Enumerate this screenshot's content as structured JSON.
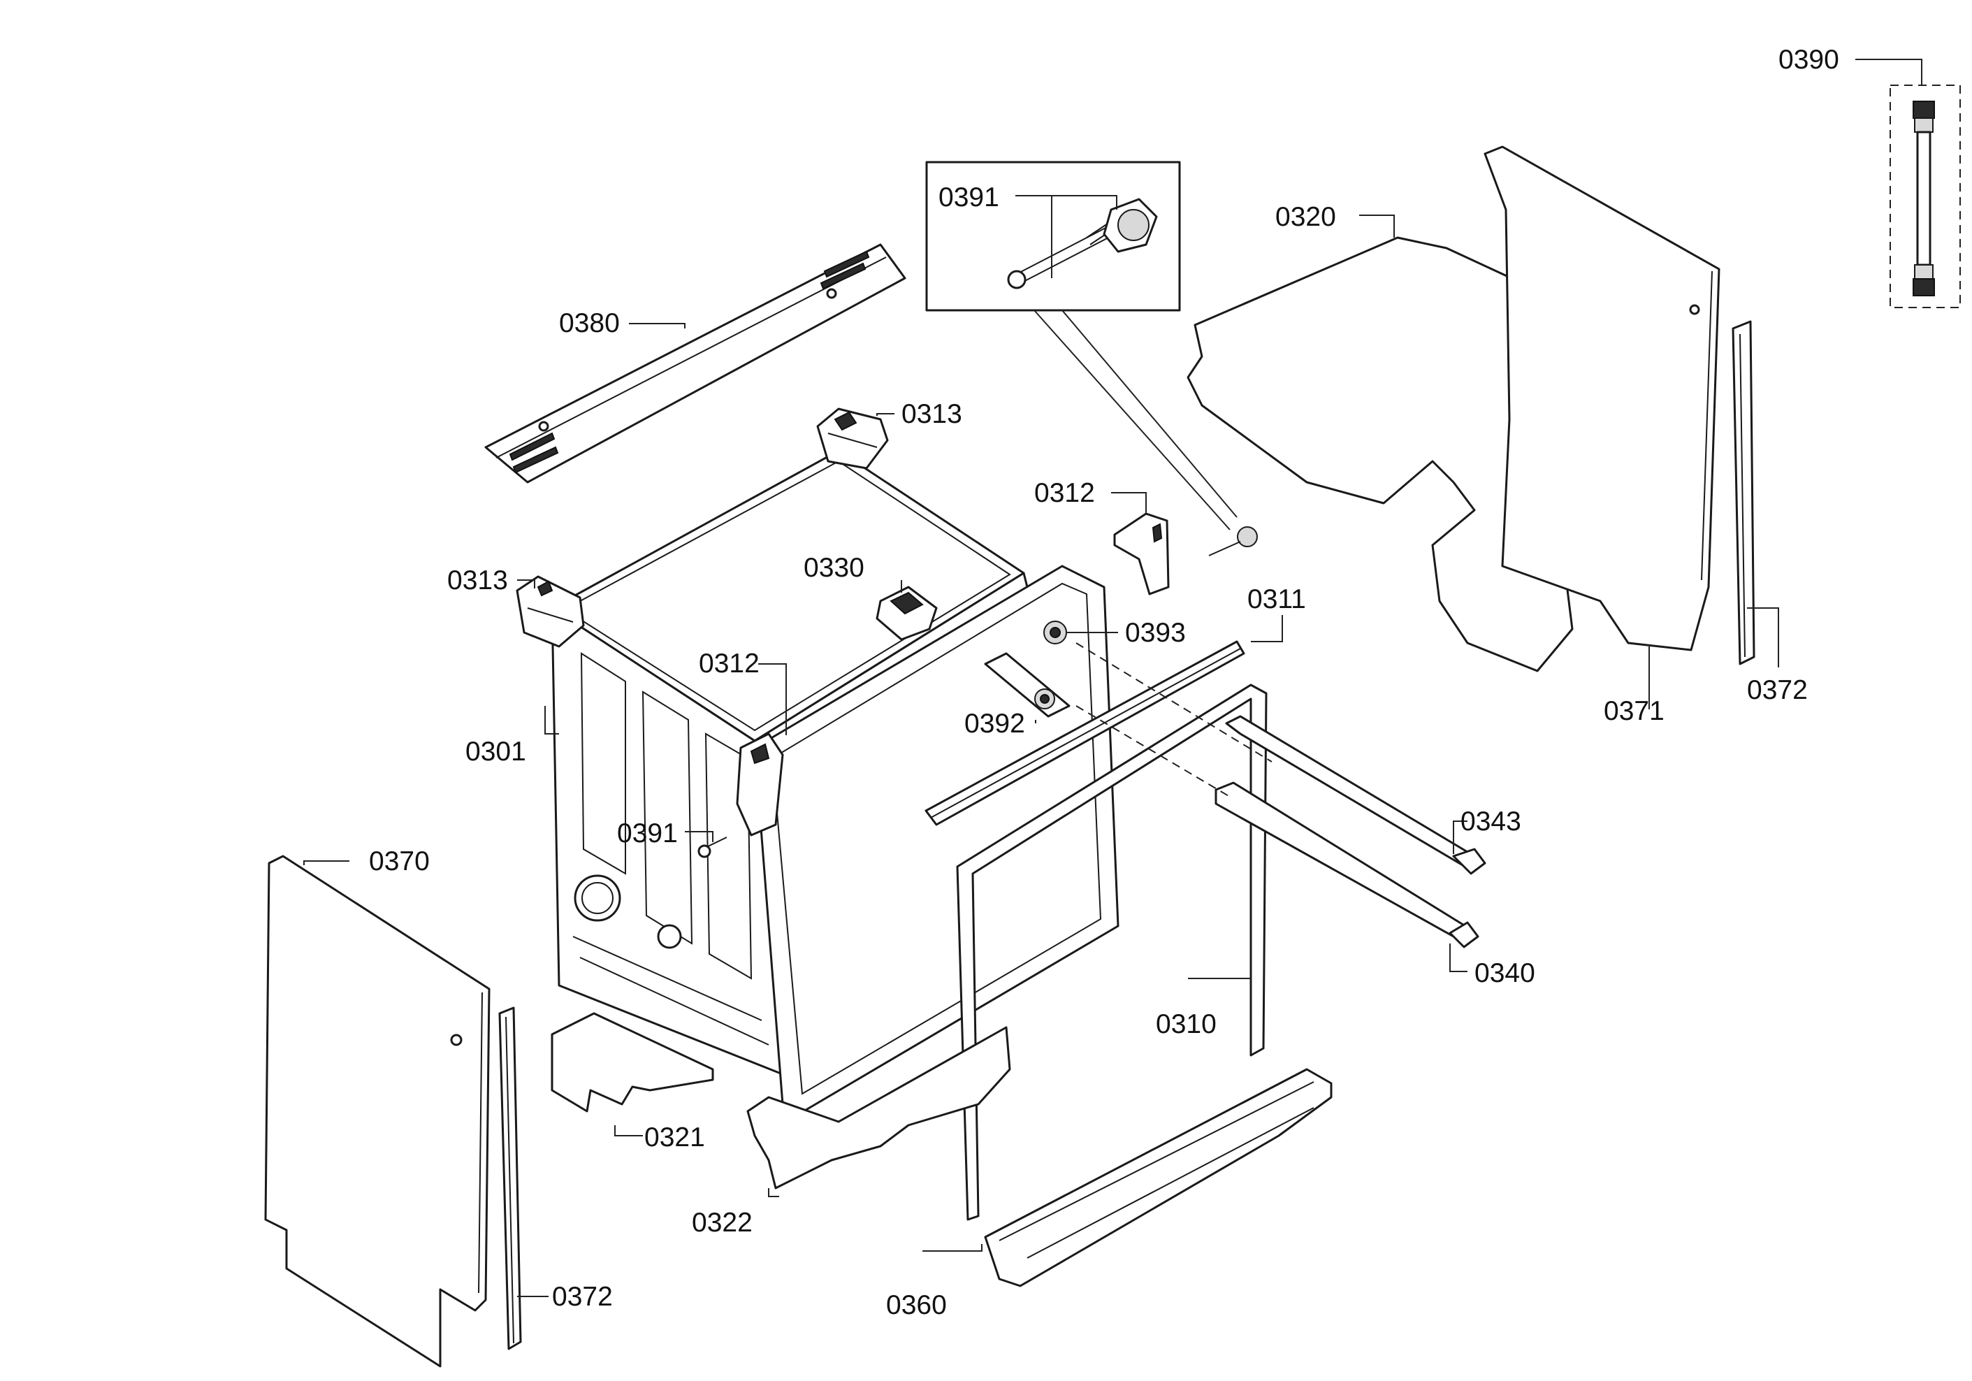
{
  "parts": {
    "p0390": "0390",
    "p0391_box": "0391",
    "p0380": "0380",
    "p0320": "0320",
    "p0313_top": "0313",
    "p0312_right": "0312",
    "p0313_left": "0313",
    "p0330": "0330",
    "p0311": "0311",
    "p0393": "0393",
    "p0312_left": "0312",
    "p0392": "0392",
    "p0301": "0301",
    "p0371": "0371",
    "p0372_right": "0372",
    "p0343": "0343",
    "p0391_side": "0391",
    "p0370": "0370",
    "p0340": "0340",
    "p0310": "0310",
    "p0321": "0321",
    "p0322": "0322",
    "p0360": "0360",
    "p0372_bottom": "0372"
  }
}
